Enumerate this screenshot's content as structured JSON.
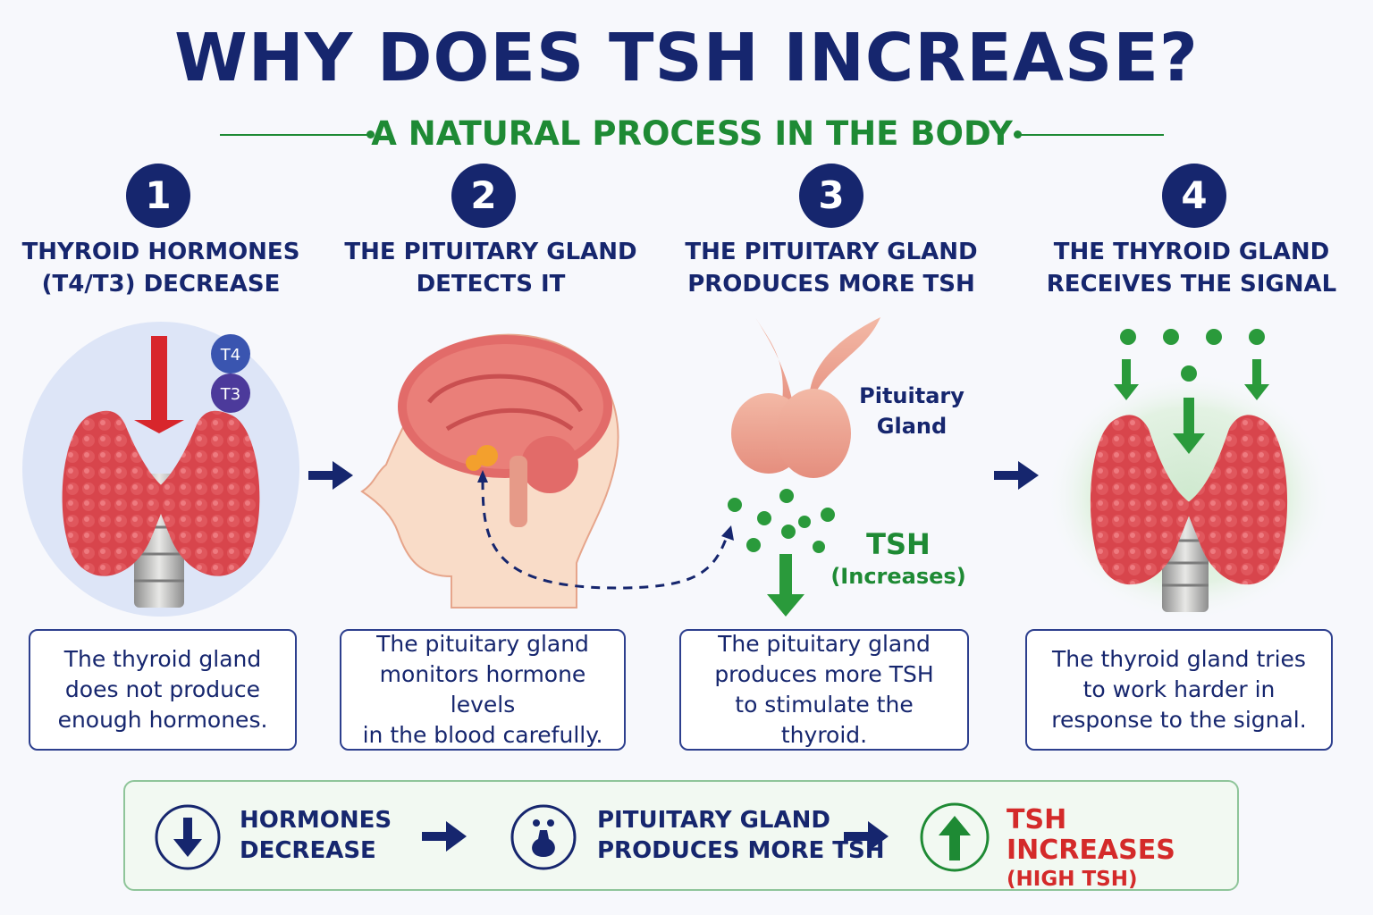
{
  "header": {
    "title": "WHY DOES TSH INCREASE?",
    "subtitle": "A NATURAL PROCESS IN THE BODY"
  },
  "steps": [
    {
      "number": "1",
      "title": "THYROID HORMONES\n(T4/T3) DECREASE",
      "description": "The thyroid gland\ndoes not produce\nenough hormones."
    },
    {
      "number": "2",
      "title": "THE PITUITARY GLAND\nDETECTS IT",
      "description": "The pituitary gland\nmonitors hormone levels\nin the blood carefully."
    },
    {
      "number": "3",
      "title": "THE PITUITARY GLAND\nPRODUCES MORE TSH",
      "description": "The pituitary gland\nproduces more TSH\nto stimulate the thyroid."
    },
    {
      "number": "4",
      "title": "THE THYROID GLAND\nRECEIVES THE SIGNAL",
      "description": "The thyroid gland tries\nto work harder in\nresponse to the signal."
    }
  ],
  "illustration": {
    "hormone_t4": "T4",
    "hormone_t3": "T3",
    "pituitary_label": "Pituitary\nGland",
    "tsh_label": "TSH",
    "tsh_sub_label": "(Increases)"
  },
  "summary": {
    "item1": "HORMONES\nDECREASE",
    "item2": "PITUITARY GLAND\nPRODUCES MORE TSH",
    "item3_main": "TSH INCREASES",
    "item3_sub": "(HIGH TSH)"
  },
  "colors": {
    "navy": "#16266e",
    "green": "#1e8a34",
    "red": "#d42a2a",
    "thyroid": "#d8454c"
  },
  "icons": [
    "down-arrow-icon",
    "pituitary-gland-icon",
    "up-arrow-icon",
    "flow-arrow-icon"
  ]
}
